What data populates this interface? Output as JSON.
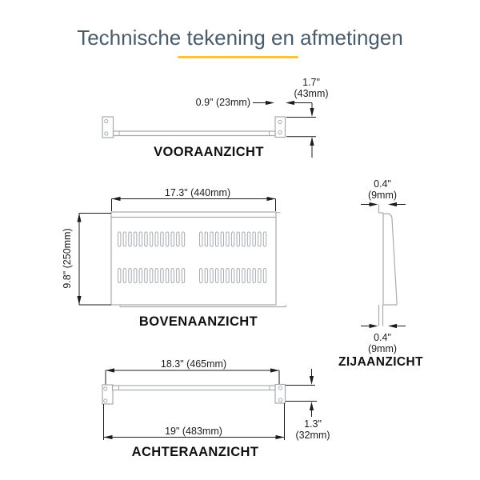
{
  "title": "Technische tekening en afmetingen",
  "accent_underline_color": "#F9C33C",
  "views": {
    "front": {
      "label": "VOORAANZICHT",
      "dims": {
        "depth": "0.9\" (23mm)",
        "height_in": "1.7\"",
        "height_mm": "(43mm)"
      }
    },
    "top": {
      "label": "BOVENAANZICHT",
      "dims": {
        "width": "17.3\" (440mm)",
        "depth": "9.8\" (250mm)"
      }
    },
    "side": {
      "label": "ZIJAANZICHT",
      "dims": {
        "top_in": "0.4\"",
        "top_mm": "(9mm)",
        "bottom_in": "0.4\"",
        "bottom_mm": "(9mm)"
      }
    },
    "rear": {
      "label": "ACHTERAANZICHT",
      "dims": {
        "inner_width": "18.3\" (465mm)",
        "outer_width": "19\" (483mm)",
        "lip_in": "1.3\"",
        "lip_mm": "(32mm)"
      }
    }
  }
}
